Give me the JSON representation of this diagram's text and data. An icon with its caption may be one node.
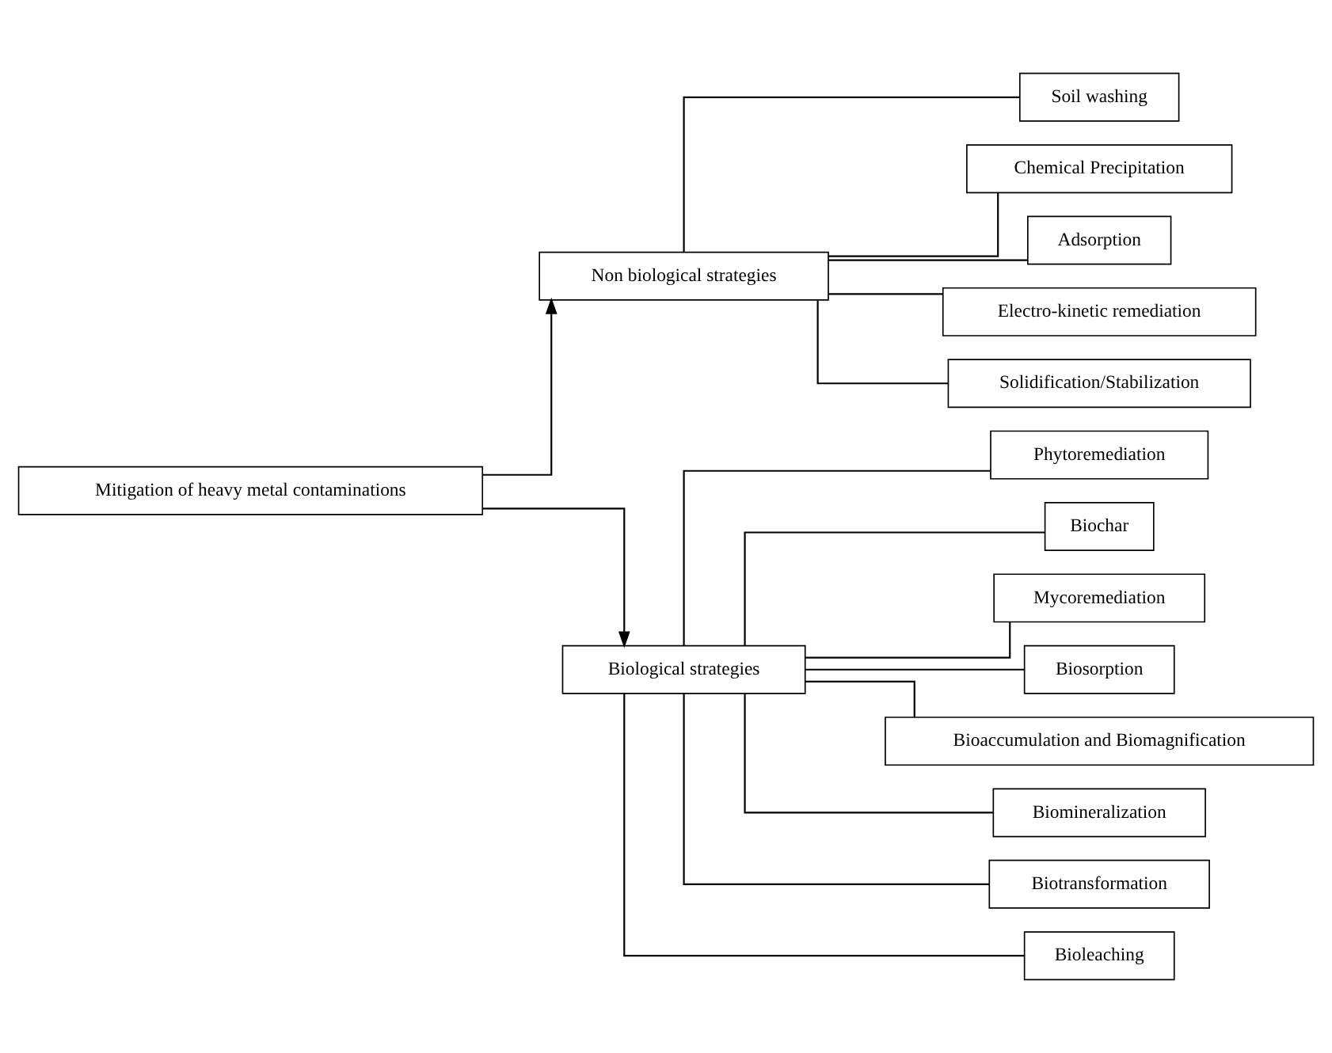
{
  "diagram": {
    "nodes": [
      {
        "text": [
          "Mitigation of heavy metal contaminations"
        ]
      },
      {
        "text": [
          "Non biological strategies"
        ]
      },
      {
        "text": [
          "Biological strategies"
        ]
      },
      {
        "text": [
          "Soil washing"
        ]
      },
      {
        "text": [
          "Chemical Precipitation"
        ]
      },
      {
        "text": [
          "Adsorption"
        ]
      },
      {
        "text": [
          "Electro-kinetic remediation"
        ]
      },
      {
        "text": [
          "Solidification/Stabilization"
        ]
      },
      {
        "text": [
          "Phytoremediation"
        ]
      },
      {
        "text": [
          "Biochar"
        ]
      },
      {
        "text": [
          "Mycoremediation"
        ]
      },
      {
        "text": [
          "Biosorption"
        ]
      },
      {
        "text": [
          "Bioaccumulation and Biomagnification"
        ]
      },
      {
        "text": [
          "Biomineralization"
        ]
      },
      {
        "text": [
          "Biotransformation"
        ]
      },
      {
        "text": [
          "Bioleaching"
        ]
      }
    ],
    "edges": [
      {
        "from": 0,
        "to": 1,
        "arrow": "to"
      },
      {
        "from": 0,
        "to": 2,
        "arrow": "to"
      },
      {
        "from": 1,
        "to": 3,
        "arrow": "none"
      },
      {
        "from": 1,
        "to": 4,
        "arrow": "none"
      },
      {
        "from": 1,
        "to": 5,
        "arrow": "none"
      },
      {
        "from": 1,
        "to": 6,
        "arrow": "none"
      },
      {
        "from": 1,
        "to": 7,
        "arrow": "none"
      },
      {
        "from": 2,
        "to": 8,
        "arrow": "none"
      },
      {
        "from": 2,
        "to": 9,
        "arrow": "none"
      },
      {
        "from": 2,
        "to": 10,
        "arrow": "none"
      },
      {
        "from": 2,
        "to": 11,
        "arrow": "none"
      },
      {
        "from": 2,
        "to": 12,
        "arrow": "none"
      },
      {
        "from": 2,
        "to": 13,
        "arrow": "none"
      },
      {
        "from": 2,
        "to": 14,
        "arrow": "none"
      },
      {
        "from": 2,
        "to": 15,
        "arrow": "none"
      }
    ]
  }
}
